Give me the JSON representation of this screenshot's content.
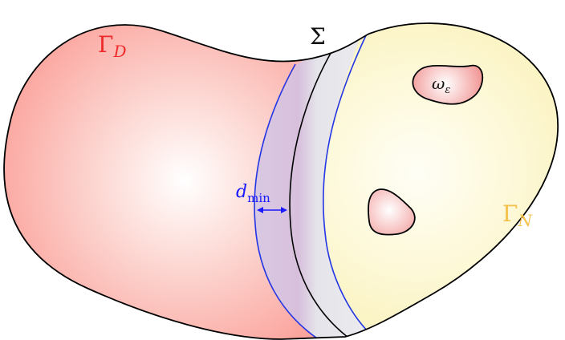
{
  "labels": {
    "gamma_d": {
      "base": "Γ",
      "sub": "D"
    },
    "gamma_n": {
      "base": "Γ",
      "sub": "N"
    },
    "sigma": "Σ",
    "omega_eps": {
      "base": "ω",
      "sub": "ε"
    },
    "d_min": {
      "base": "d",
      "sub": "min"
    }
  },
  "colors": {
    "gamma_d": "#ee2a2a",
    "gamma_n": "#f5c04a",
    "sigma": "#111111",
    "d_min": "#1a1aff",
    "outline": "#000000",
    "offset_curves": "#1f3fe0",
    "left_region": "#fbaaa3",
    "right_region": "#fbf5c4",
    "band_gray": "#e6e6ec",
    "band_purple": "#d4b8d8",
    "inclusion_fill": "#f2a3a1"
  }
}
